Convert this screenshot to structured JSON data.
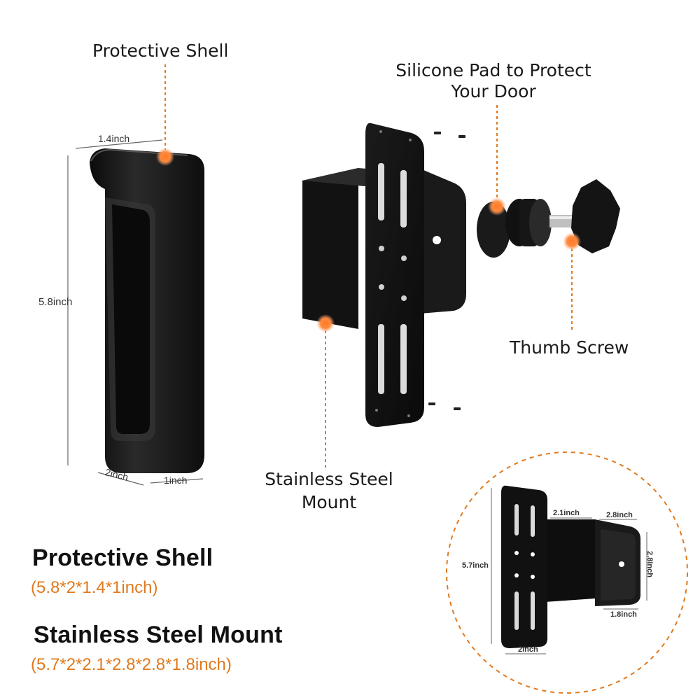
{
  "callouts": {
    "protective_shell": "Protective Shell",
    "silicone_pad_line1": "Silicone Pad to Protect",
    "silicone_pad_line2": "Your Door",
    "thumb_screw": "Thumb Screw",
    "stainless_mount_line1": "Stainless Steel",
    "stainless_mount_line2": "Mount"
  },
  "shell_dims": {
    "width": "1.4inch",
    "height": "5.8inch",
    "depth": "2inch",
    "thickness": "1inch"
  },
  "mount_dims": {
    "d1": "2.1inch",
    "d2": "2.8inch",
    "height": "5.7inch",
    "side": "2.8inch",
    "bottom": "1.8inch",
    "width": "2inch"
  },
  "specs": {
    "shell_title": "Protective Shell",
    "shell_size": "(5.8*2*1.4*1inch)",
    "mount_title": "Stainless Steel Mount",
    "mount_size": "(5.7*2*2.1*2.8*2.8*1.8inch)"
  },
  "colors": {
    "accent": "#e07a1e",
    "dot": "#f07a2a",
    "product": "#161616"
  }
}
